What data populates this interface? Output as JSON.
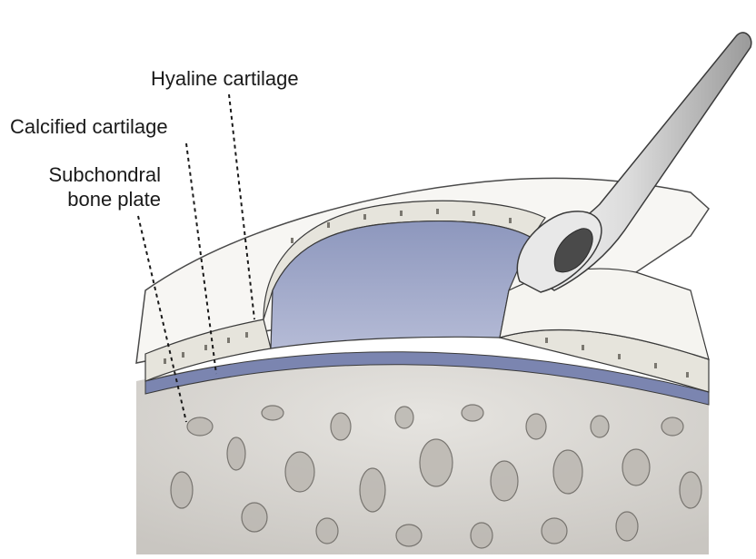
{
  "labels": {
    "hyaline": "Hyaline cartilage",
    "calcified": "Calcified cartilage",
    "subchondral_line1": "Subchondral",
    "subchondral_line2": "bone plate"
  },
  "colors": {
    "defect_blue": "#9aa3c4",
    "calcified_band": "#7b85b0",
    "cartilage_fill": "#e6e4dc",
    "bone_fill": "#d8d6d2",
    "outline": "#3a3a3a",
    "instrument": "#d9d9d9"
  }
}
